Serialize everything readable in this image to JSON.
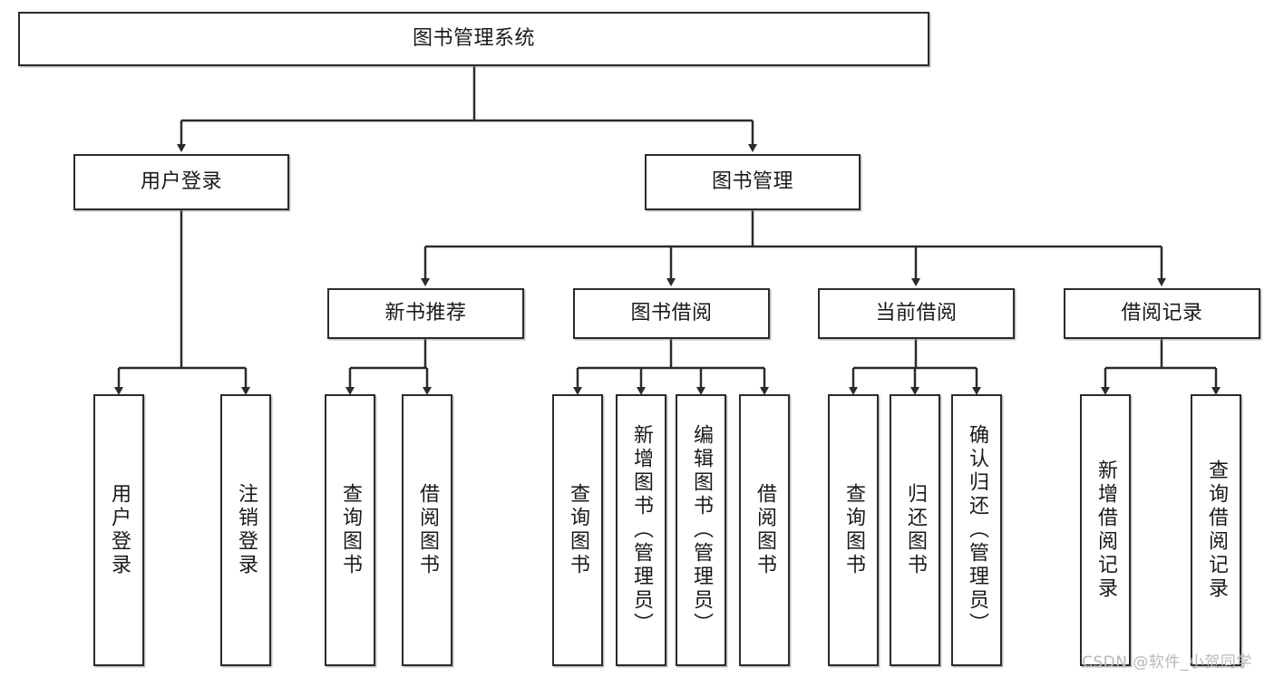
{
  "diagram": {
    "type": "tree-hierarchy-chart",
    "title_node": {
      "label": "图书管理系统"
    },
    "level2": [
      {
        "label": "用户登录"
      },
      {
        "label": "图书管理"
      }
    ],
    "level3": [
      {
        "label": "新书推荐"
      },
      {
        "label": "图书借阅"
      },
      {
        "label": "当前借阅"
      },
      {
        "label": "借阅记录"
      }
    ],
    "leaves": {
      "user_login": [
        {
          "label": "用户登录"
        },
        {
          "label": "注销登录"
        }
      ],
      "new_book_recommend": [
        {
          "label": "查询图书"
        },
        {
          "label": "借阅图书"
        }
      ],
      "book_borrow": [
        {
          "label": "查询图书"
        },
        {
          "label": "新增图书（管理员）"
        },
        {
          "label": "编辑图书（管理员）"
        },
        {
          "label": "借阅图书"
        }
      ],
      "current_borrow": [
        {
          "label": "查询图书"
        },
        {
          "label": "归还图书"
        },
        {
          "label": "确认归还（管理员）"
        }
      ],
      "borrow_record": [
        {
          "label": "新增借阅记录"
        },
        {
          "label": "查询借阅记录"
        }
      ]
    }
  },
  "watermark": {
    "text": "CSDN @软件_小贺同学"
  },
  "colors": {
    "stroke": "#2b2b2b",
    "fill": "#ffffff",
    "text": "#1a1a1a",
    "watermark": "#b9b9b9"
  }
}
